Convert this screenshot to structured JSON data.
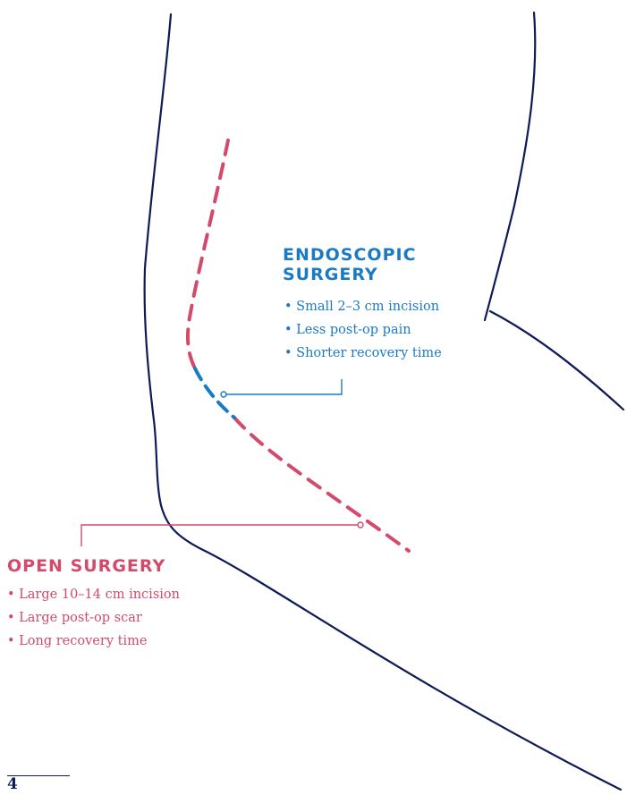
{
  "colors": {
    "outline": "#0d1b57",
    "endoscopic": "#1a7bc4",
    "open": "#d44a6b"
  },
  "endoscopic": {
    "heading_line1": "ENDOSCOPIC",
    "heading_line2": "SURGERY",
    "bullets": [
      "• Small 2–3 cm incision",
      "• Less post-op pain",
      "• Shorter recovery time"
    ]
  },
  "open": {
    "heading": "OPEN SURGERY",
    "bullets": [
      "• Large 10–14 cm incision",
      "• Large post-op scar",
      "• Long recovery time"
    ]
  },
  "page": {
    "number": "4"
  }
}
